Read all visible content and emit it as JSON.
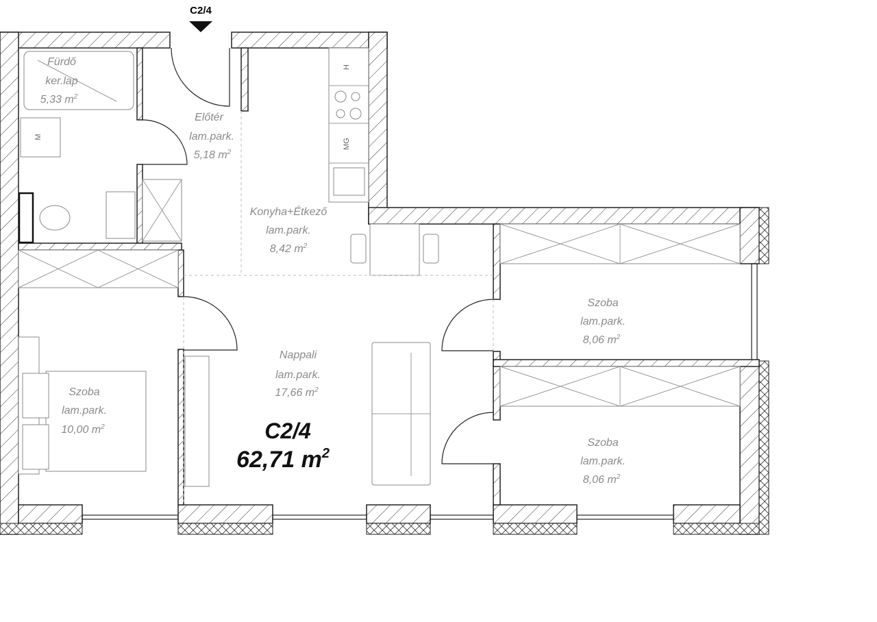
{
  "plan": {
    "entrance_marker": "C2/4",
    "unit_code": "C2/4",
    "unit_area": "62,71 m",
    "unit_area_sup": "2",
    "rooms": [
      {
        "name": "Fürdő",
        "floor": "ker.lap",
        "area": "5,33 m",
        "sup": "2"
      },
      {
        "name": "Előtér",
        "floor": "lam.park.",
        "area": "5,18 m",
        "sup": "2"
      },
      {
        "name": "Konyha+Étkező",
        "floor": "lam.park.",
        "area": "8,42 m",
        "sup": "2"
      },
      {
        "name": "Szoba",
        "floor": "lam.park.",
        "area": "10,00 m",
        "sup": "2"
      },
      {
        "name": "Nappali",
        "floor": "lam.park.",
        "area": "17,66 m",
        "sup": "2"
      },
      {
        "name": "Szoba",
        "floor": "lam.park.",
        "area": "8,06 m",
        "sup": "2"
      },
      {
        "name": "Szoba",
        "floor": "lam.park.",
        "area": "8,06 m",
        "sup": "2"
      }
    ],
    "appliance_labels": {
      "fridge": "H",
      "dishwasher": "MG",
      "washer": "M"
    }
  }
}
